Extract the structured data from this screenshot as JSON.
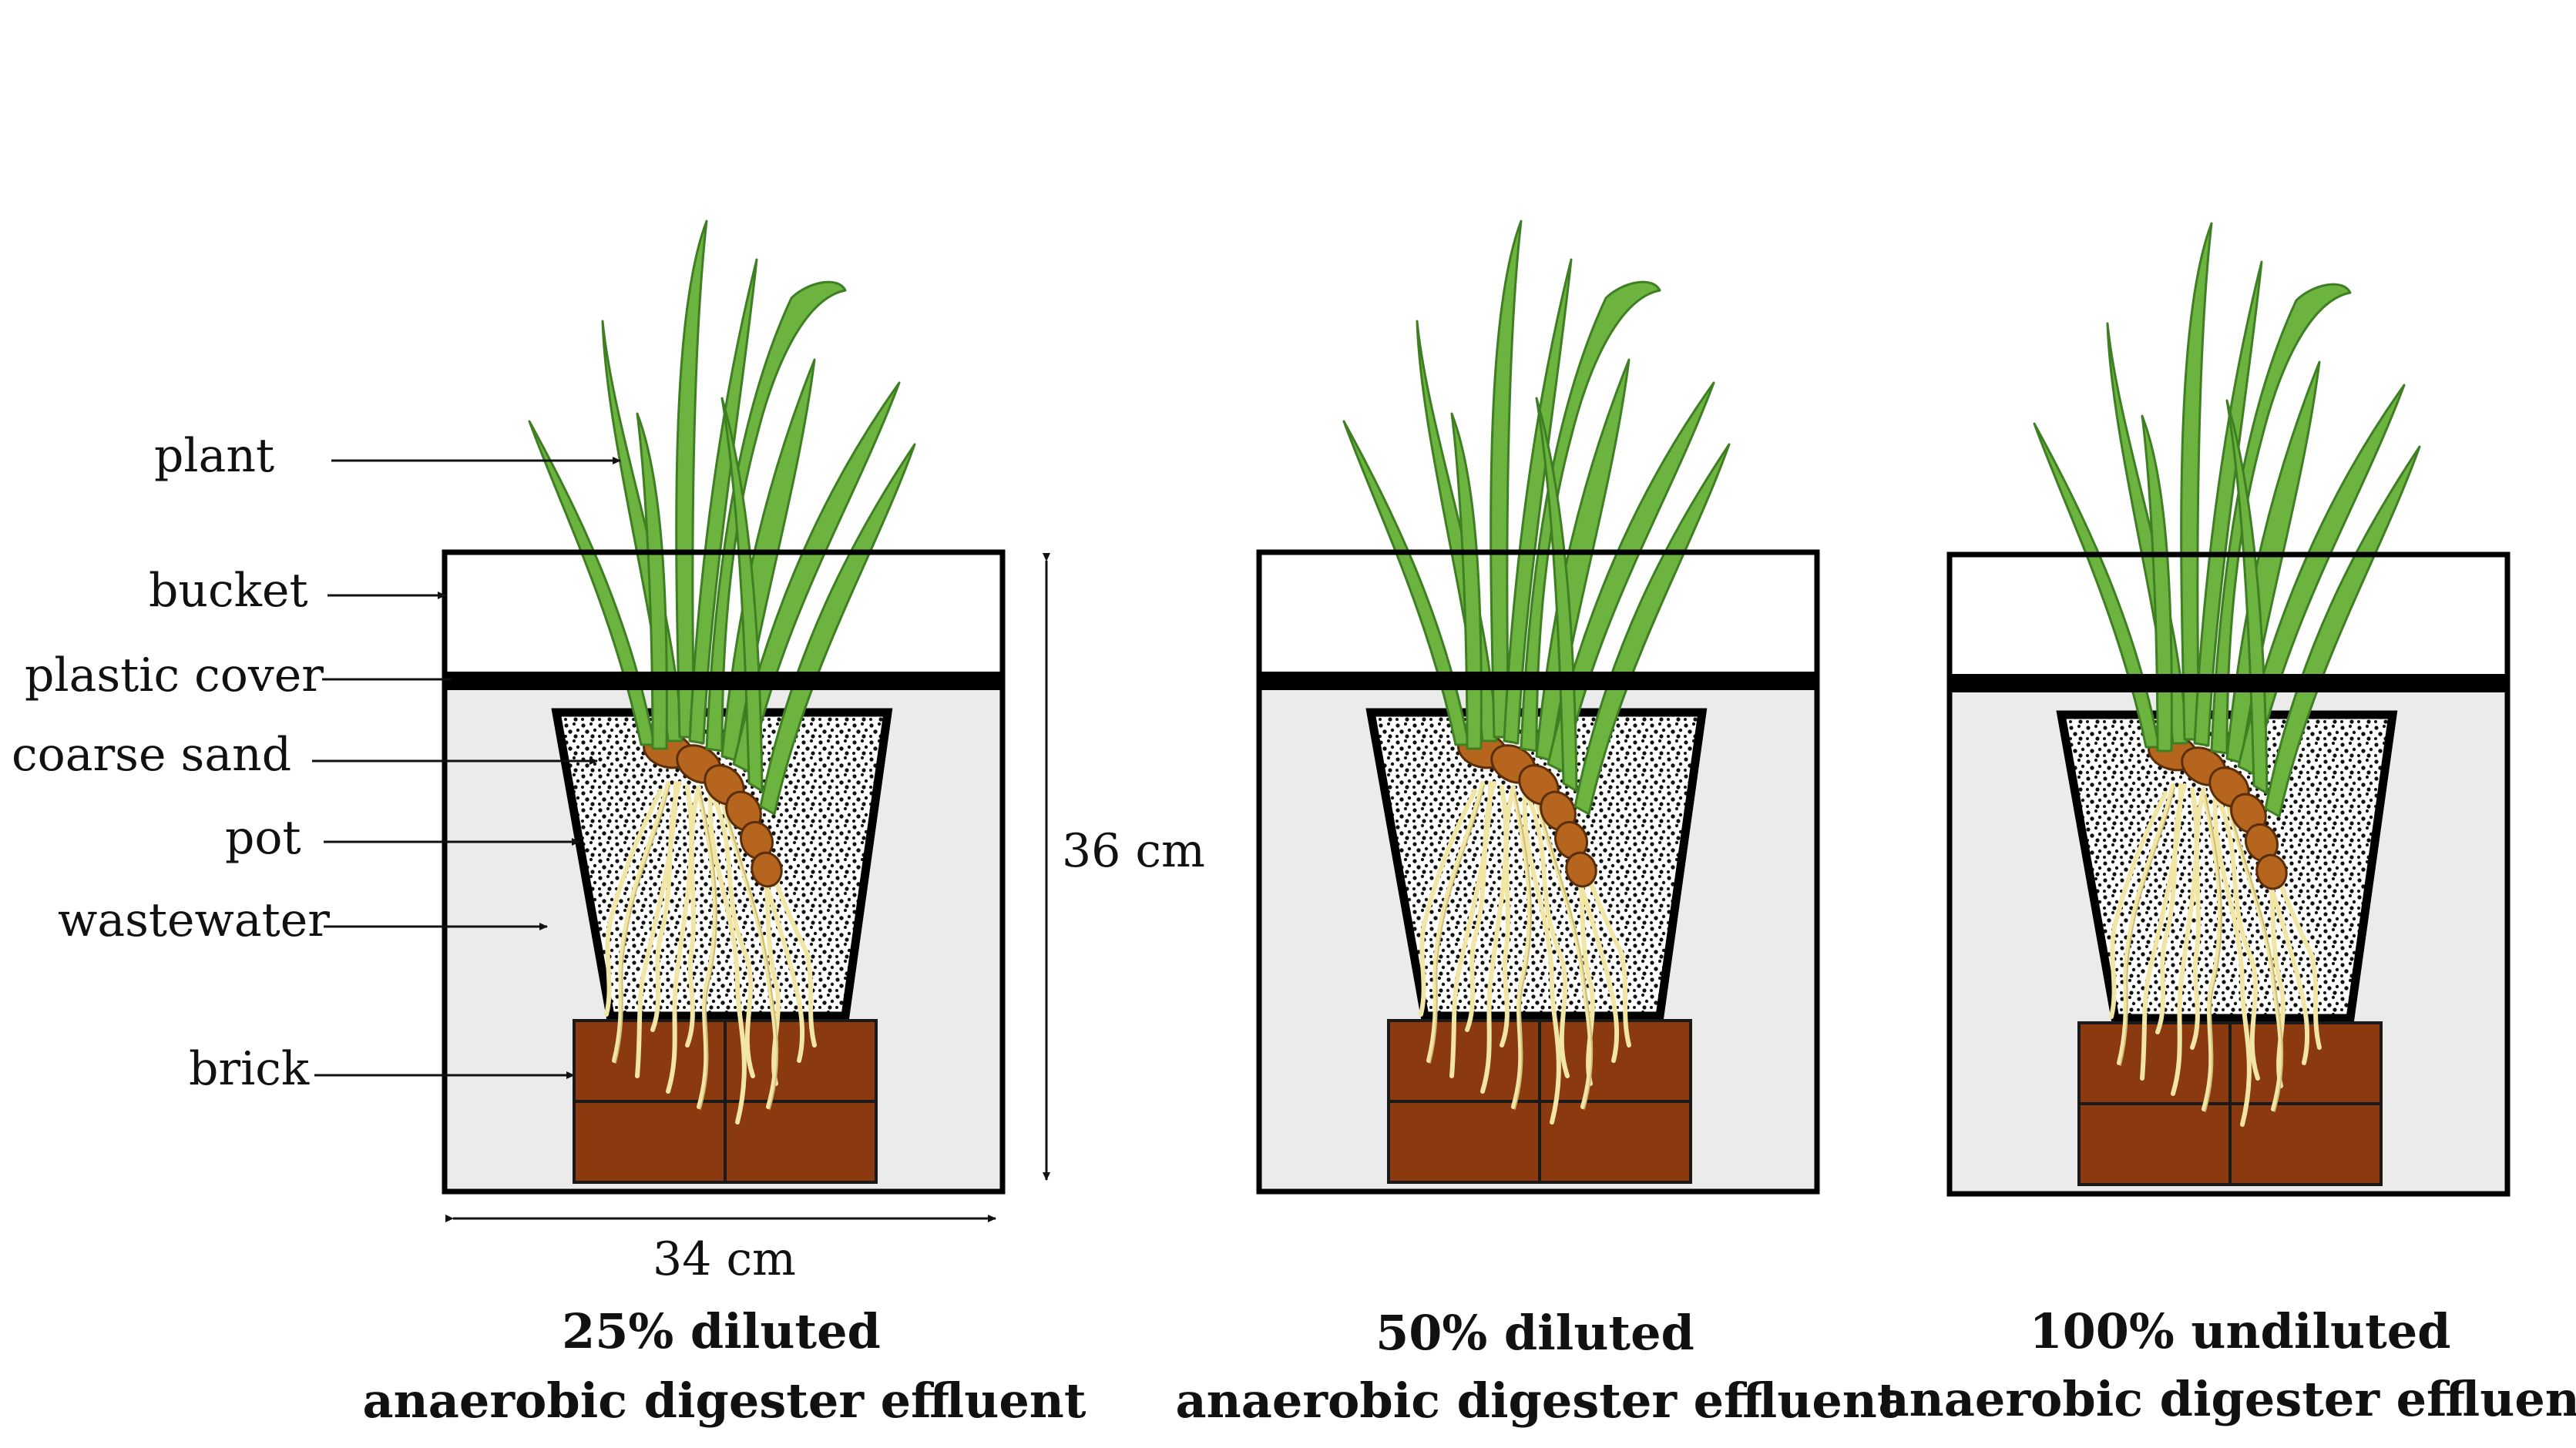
{
  "labels": {
    "plant": "plant",
    "bucket": "bucket",
    "plastic_cover": "plastic cover",
    "coarse_sand": "coarse sand",
    "pot": "pot",
    "wastewater": "wastewater",
    "brick": "brick"
  },
  "dimensions": {
    "height": "36 cm",
    "width": "34 cm"
  },
  "setups": [
    {
      "line1": "25% diluted",
      "line2": "anaerobic digester effluent"
    },
    {
      "line1": "50% diluted",
      "line2": "anaerobic digester effluent"
    },
    {
      "line1": "100% undiluted",
      "line2": "anaerobic digester effluent"
    }
  ],
  "colors": {
    "leaf": "#6cb33f",
    "leaf_edge": "#3f7f23",
    "water": "#ebebeb",
    "brick": "#8b3a0f",
    "rhizome": "#b5651d",
    "root": "#efe3a2",
    "outline": "#000000"
  }
}
